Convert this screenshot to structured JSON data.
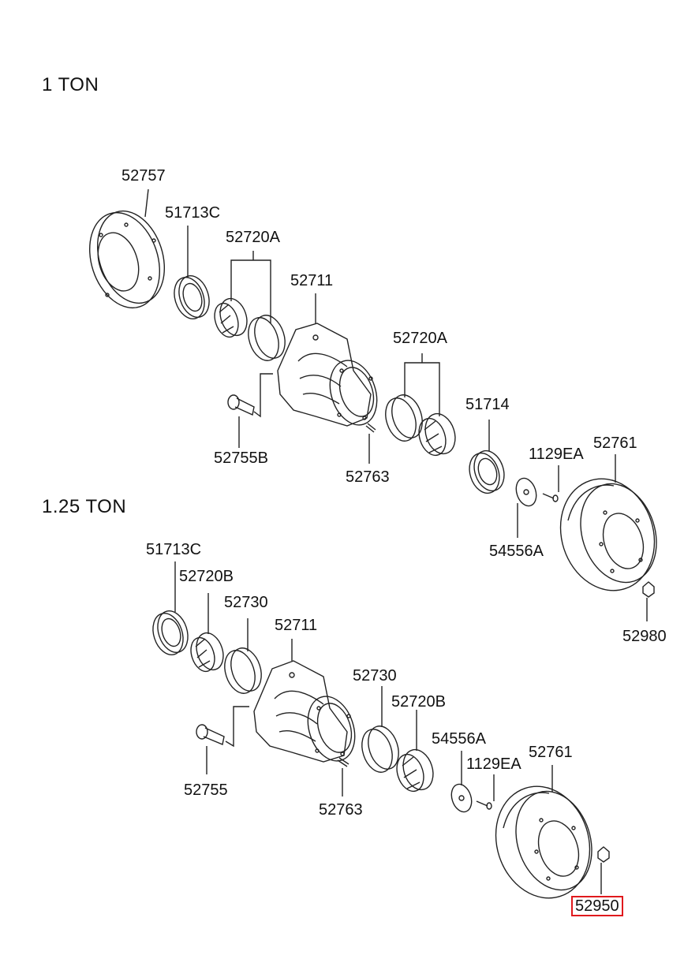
{
  "sections": [
    {
      "title": "1 TON"
    },
    {
      "title": "1.25 TON"
    }
  ],
  "labels_1ton": {
    "brake_plate": "52757",
    "inner_seal": "51713C",
    "inner_bearing": "52720A",
    "hub": "52711",
    "hub_bolt": "52755B",
    "outer_bearing": "52720A",
    "stud": "52763",
    "outer_seal": "51714",
    "screw": "1129EA",
    "drum": "52761",
    "plate": "54556A",
    "nut": "52980"
  },
  "labels_125ton": {
    "inner_seal": "51713C",
    "inner_bearing": "52720B",
    "inner_race": "52730",
    "hub": "52711",
    "hub_bolt": "52755",
    "outer_race": "52730",
    "outer_bearing": "52720B",
    "stud": "52763",
    "plate": "54556A",
    "screw": "1129EA",
    "drum": "52761",
    "nut": "52950"
  },
  "highlight": {
    "color": "#e0191d"
  }
}
